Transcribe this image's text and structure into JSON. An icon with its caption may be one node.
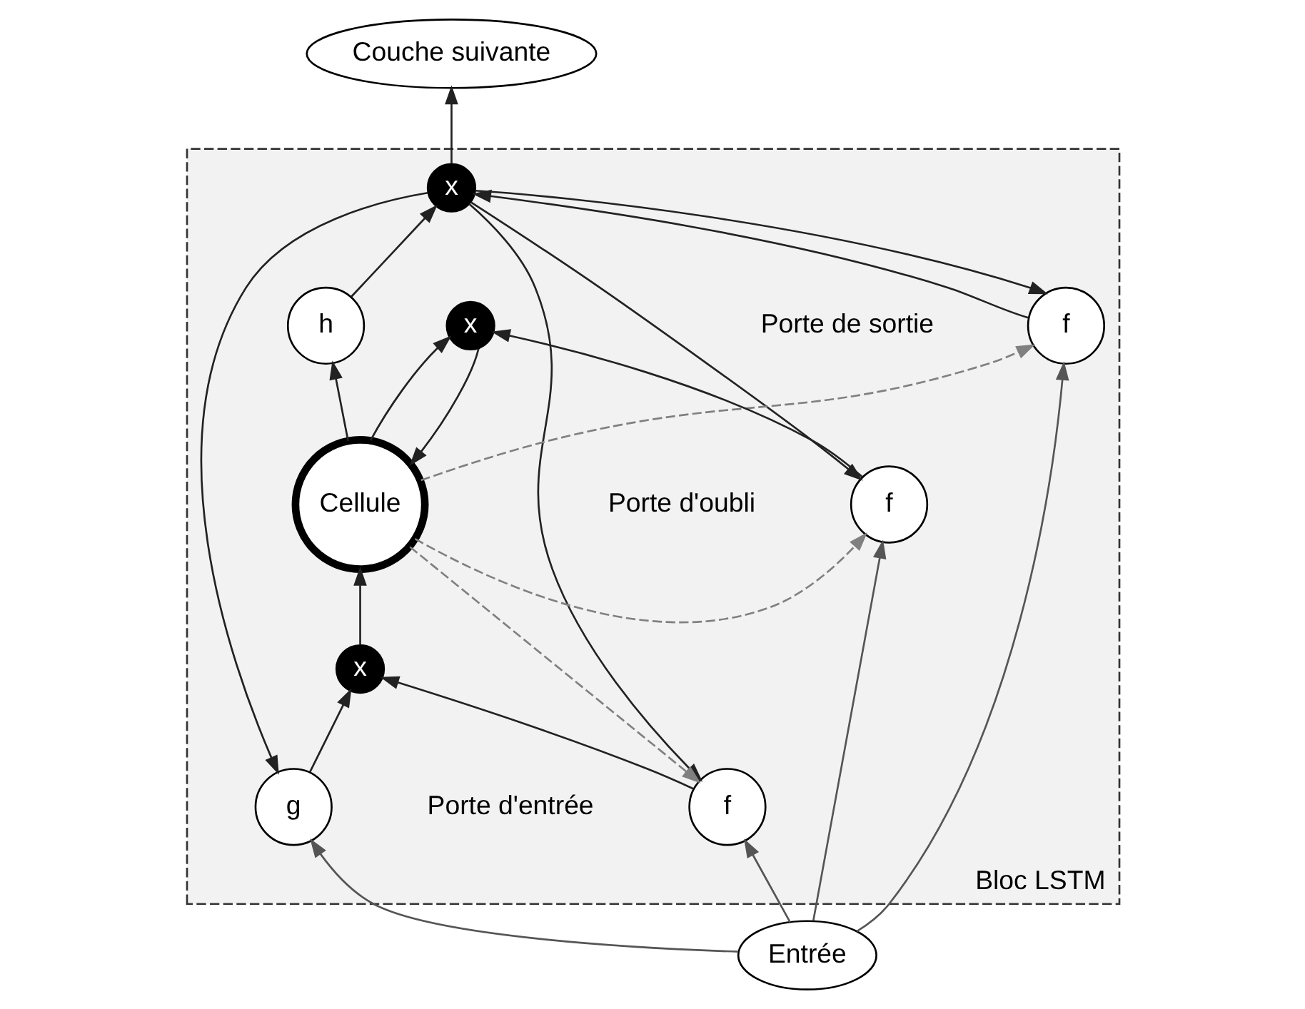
{
  "diagram": {
    "nodes": [
      {
        "text": [
          "Bloc LSTM"
        ]
      },
      {
        "text": [
          "Couche suivante"
        ]
      },
      {
        "text": [
          "f"
        ],
        "in": 0,
        "beside": [
          "Porte de sortie"
        ]
      },
      {
        "text": [
          "x"
        ],
        "in": 0
      },
      {
        "text": [
          "h"
        ],
        "in": 0
      },
      {
        "text": [
          "Cellule"
        ],
        "in": 0
      },
      {
        "text": [
          "x"
        ],
        "in": 0
      },
      {
        "text": [
          "f"
        ],
        "in": 0,
        "beside": [
          "Porte d'oubli"
        ]
      },
      {
        "text": [
          "f"
        ],
        "in": 0,
        "beside": [
          "Porte d'entrée"
        ]
      },
      {
        "text": [
          "x"
        ],
        "in": 0
      },
      {
        "text": [
          "g"
        ],
        "in": 0
      },
      {
        "text": [
          "Entrée"
        ]
      }
    ],
    "edges": [
      {
        "from": 3,
        "to": 1,
        "arrow": "to"
      },
      {
        "from": 3,
        "to": 2,
        "arrow": "to"
      },
      {
        "from": 2,
        "to": 3,
        "arrow": "to"
      },
      {
        "from": 4,
        "to": 3,
        "arrow": "to"
      },
      {
        "from": 5,
        "to": 4,
        "arrow": "to"
      },
      {
        "from": 3,
        "to": 7,
        "arrow": "to"
      },
      {
        "from": 3,
        "to": 8,
        "arrow": "to"
      },
      {
        "from": 3,
        "to": 10,
        "arrow": "to"
      },
      {
        "from": 5,
        "to": 2,
        "arrow": "to",
        "style": "dashed",
        "color": "#808080"
      },
      {
        "from": 5,
        "to": 7,
        "arrow": "to",
        "style": "dashed",
        "color": "#808080"
      },
      {
        "from": 5,
        "to": 8,
        "arrow": "to",
        "style": "dashed",
        "color": "#808080"
      },
      {
        "from": 5,
        "to": 6,
        "arrow": "to"
      },
      {
        "from": 6,
        "to": 5,
        "arrow": "to"
      },
      {
        "from": 7,
        "to": 6,
        "arrow": "to"
      },
      {
        "from": 8,
        "to": 9,
        "arrow": "to"
      },
      {
        "from": 10,
        "to": 9,
        "arrow": "to"
      },
      {
        "from": 9,
        "to": 5,
        "arrow": "to"
      },
      {
        "from": 11,
        "to": 2,
        "arrow": "to",
        "color": "#555555"
      },
      {
        "from": 11,
        "to": 8,
        "arrow": "to",
        "color": "#555555"
      },
      {
        "from": 11,
        "to": 10,
        "arrow": "to",
        "color": "#555555"
      },
      {
        "from": 11,
        "to": 7,
        "arrow": "to",
        "color": "#555555"
      }
    ]
  }
}
